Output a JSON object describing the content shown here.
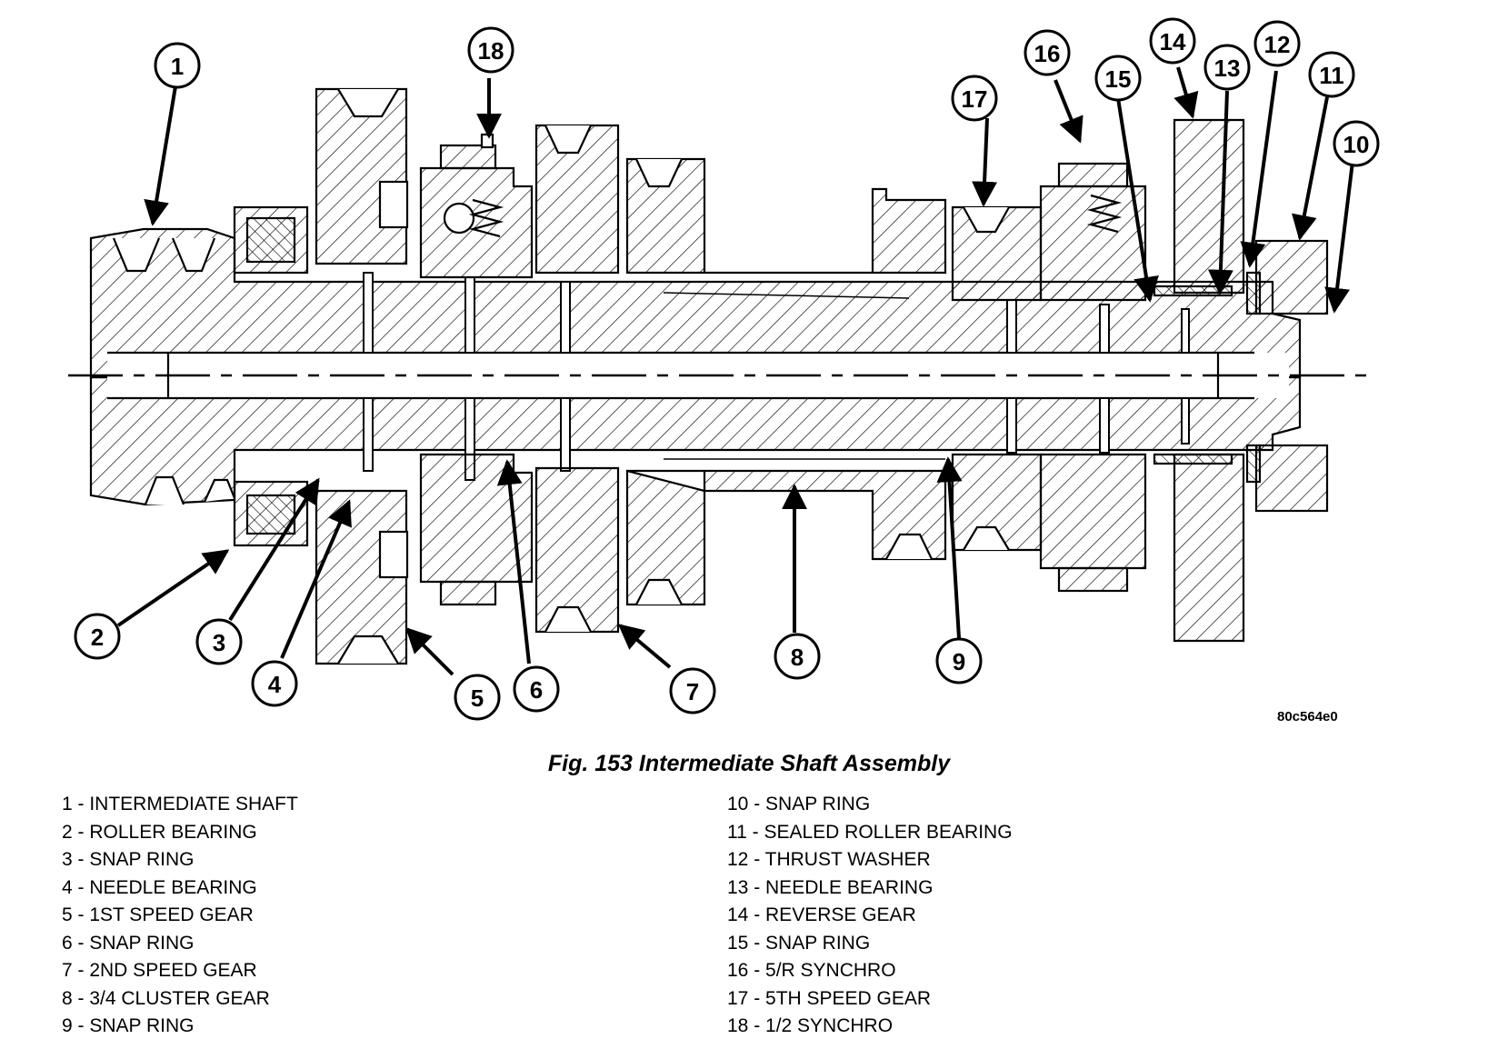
{
  "figure": {
    "code": "80c564e0",
    "caption": "Fig. 153 Intermediate Shaft Assembly"
  },
  "callouts": [
    "1",
    "2",
    "3",
    "4",
    "5",
    "6",
    "7",
    "8",
    "9",
    "10",
    "11",
    "12",
    "13",
    "14",
    "15",
    "16",
    "17",
    "18"
  ],
  "legend": {
    "left": [
      "1 - INTERMEDIATE SHAFT",
      "2 - ROLLER BEARING",
      "3 - SNAP RING",
      "4 - NEEDLE BEARING",
      "5 - 1ST SPEED GEAR",
      "6 - SNAP RING",
      "7 - 2ND SPEED GEAR",
      "8 - 3/4 CLUSTER GEAR",
      "9 - SNAP RING"
    ],
    "right": [
      "10 - SNAP RING",
      "11 - SEALED ROLLER BEARING",
      "12 - THRUST WASHER",
      "13 - NEEDLE BEARING",
      "14 - REVERSE GEAR",
      "15 - SNAP RING",
      "16 - 5/R SYNCHRO",
      "17 - 5TH SPEED GEAR",
      "18 - 1/2 SYNCHRO"
    ]
  }
}
